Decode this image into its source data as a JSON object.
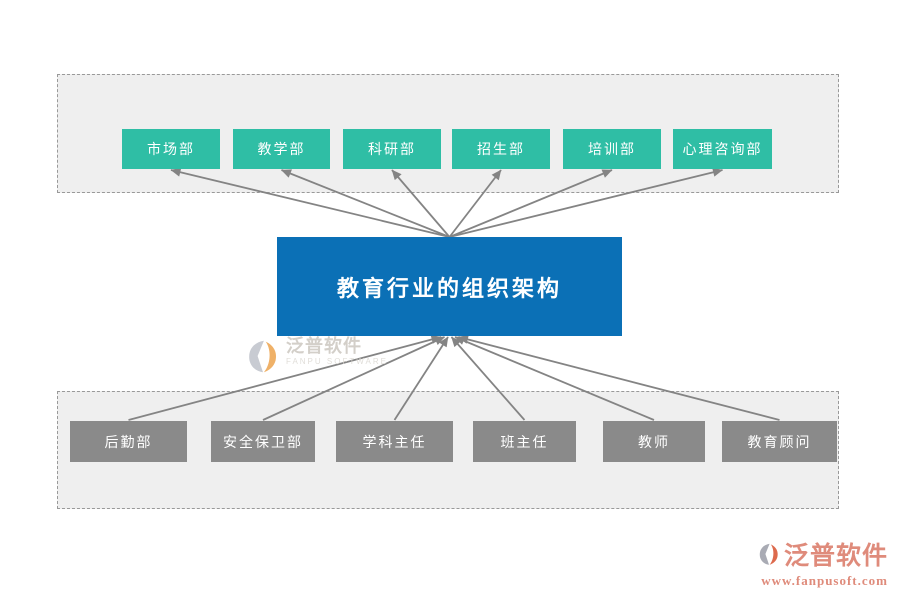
{
  "diagram": {
    "title": "教育行业的组织架构",
    "top_departments": [
      {
        "label": "市场部"
      },
      {
        "label": "教学部"
      },
      {
        "label": "科研部"
      },
      {
        "label": "招生部"
      },
      {
        "label": "培训部"
      },
      {
        "label": "心理咨询部"
      }
    ],
    "bottom_roles": [
      {
        "label": "后勤部"
      },
      {
        "label": "安全保卫部"
      },
      {
        "label": "学科主任"
      },
      {
        "label": "班主任"
      },
      {
        "label": "教师"
      },
      {
        "label": "教育顾问"
      }
    ],
    "colors": {
      "department_box": "#2fbea5",
      "role_box": "#8a8a8a",
      "center_box": "#0b70b6",
      "arrow": "#848484",
      "region_fill": "#efefef",
      "region_border": "#999999"
    }
  },
  "watermark_center": {
    "brand": "泛普软件",
    "caption": "FANPU SOFTWARE"
  },
  "logo_corner": {
    "brand": "泛普软件",
    "website": "www.fanpusoft.com"
  }
}
